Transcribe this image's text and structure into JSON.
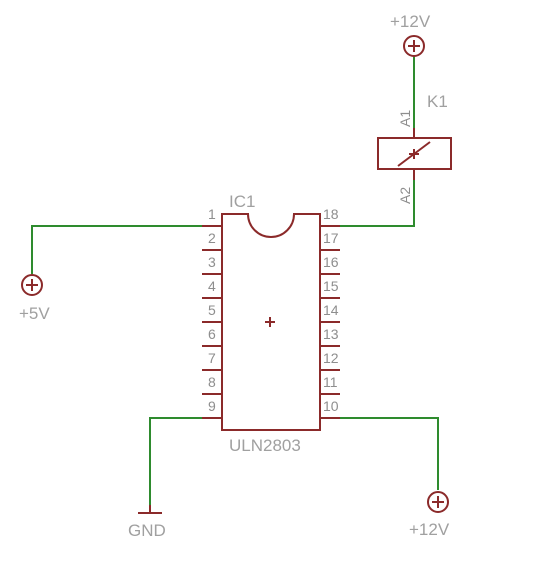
{
  "ic": {
    "designator": "IC1",
    "part_number": "ULN2803",
    "left_pins": [
      "1",
      "2",
      "3",
      "4",
      "5",
      "6",
      "7",
      "8",
      "9"
    ],
    "right_pins": [
      "18",
      "17",
      "16",
      "15",
      "14",
      "13",
      "12",
      "11",
      "10"
    ]
  },
  "relay": {
    "designator": "K1",
    "pin_a1": "A1",
    "pin_a2": "A2"
  },
  "supplies": {
    "relay_supply": "+12V",
    "logic_supply": "+5V",
    "com_supply": "+12V",
    "ground": "GND"
  },
  "colors": {
    "wire": "#2e8b2e",
    "component": "#8b2a2a",
    "label": "#a0a0a0"
  }
}
